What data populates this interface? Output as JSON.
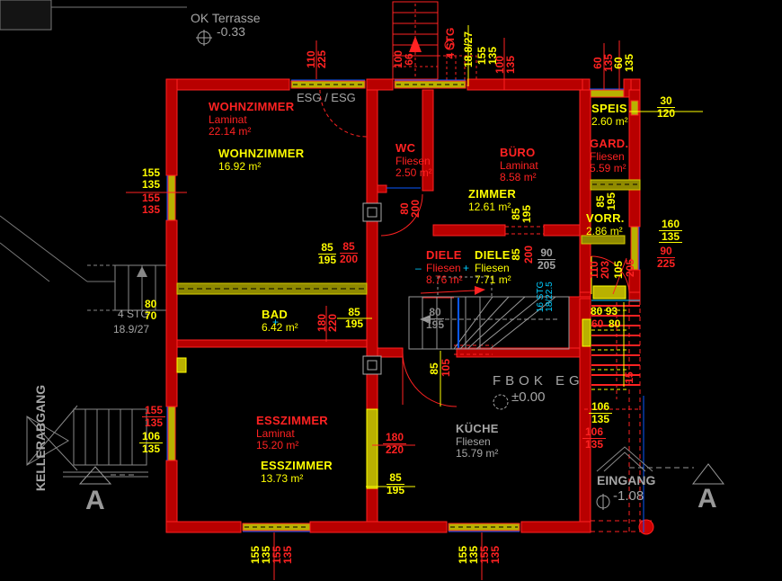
{
  "colors": {
    "wall_red": "#b80000",
    "line_red": "#ff2222",
    "yellow": "#ffff00",
    "old_wall": "#8f8a00",
    "gray": "#a5a5a5",
    "cyan": "#00ccff",
    "blue": "#0a58ff",
    "black": "#000000"
  },
  "levels": {
    "terrasse": {
      "label": "OK Terrasse",
      "value": "-0.33"
    },
    "fbok": {
      "label": "FBOK EG",
      "value": "±0.00"
    },
    "eingang": {
      "label": "EINGANG",
      "value": "-1.08"
    }
  },
  "texts": {
    "kellerabgang": "KELLERABGANG",
    "esg": "ESG / ESG",
    "section_a": "A",
    "minus": "–",
    "plus": "+"
  },
  "rooms": {
    "wohnzimmer_red": {
      "name": "WOHNZIMMER",
      "material": "Laminat",
      "area": "22.14 m²"
    },
    "wohnzimmer_yel": {
      "name": "WOHNZIMMER",
      "area": "16.92 m²"
    },
    "wc": {
      "name": "WC",
      "material": "Fliesen",
      "area": "2.50 m²"
    },
    "buero": {
      "name": "BÜRO",
      "material": "Laminat",
      "area": "8.58 m²"
    },
    "zimmer": {
      "name": "ZIMMER",
      "area": "12.61 m²"
    },
    "diele_red": {
      "name": "DIELE",
      "material": "Fliesen",
      "area": "8.76 m²"
    },
    "diele_yel": {
      "name": "DIELE",
      "material": "Fliesen",
      "area": "7.71 m²"
    },
    "bad": {
      "name": "BAD",
      "area": "6.42 m²"
    },
    "esszimmer_red": {
      "name": "ESSZIMMER",
      "material": "Laminat",
      "area": "15.20 m²"
    },
    "esszimmer_yel": {
      "name": "ESSZIMMER",
      "area": "13.73 m²"
    },
    "kueche": {
      "name": "KÜCHE",
      "material": "Fliesen",
      "area": "15.79 m²"
    },
    "speis": {
      "name": "SPEIS",
      "area": "2.60 m²"
    },
    "gard": {
      "name": "GARD.",
      "material": "Fliesen",
      "area": "5.59 m²"
    },
    "vorr": {
      "name": "VORR.",
      "area": "2.86 m²"
    }
  },
  "stairs": {
    "top_count": "4 STG",
    "top_ratio": "18.8/27",
    "left_count": "4 STG",
    "left_ratio": "18.9/27",
    "main_count": "16 STG",
    "main_ratio": "18/22.5"
  },
  "dims": {
    "top_110_225": {
      "a": "110",
      "b": "225"
    },
    "top_100_66": {
      "a": "100",
      "b": "66"
    },
    "top_155_135": {
      "a": "155",
      "b": "135"
    },
    "top_100_135": {
      "a": "100",
      "b": "135"
    },
    "top_60_135_r": {
      "a": "60",
      "b": "135"
    },
    "top_60_135_y": {
      "a": "60",
      "b": "135"
    },
    "speis_30_120": {
      "a": "30",
      "b": "120"
    },
    "vorr_85_195": {
      "a": "85",
      "b": "195"
    },
    "win_160_135": {
      "a": "160",
      "b": "135"
    },
    "win_90_225": {
      "a": "90",
      "b": "225"
    },
    "wc_80_200": {
      "a": "80",
      "b": "200"
    },
    "zimmer_85_195": {
      "a": "85",
      "b": "195"
    },
    "diele_85": "85",
    "diele_200": "200",
    "diele_90_205": {
      "a": "90",
      "b": "205"
    },
    "stair_80_195": {
      "a": "80",
      "b": "195"
    },
    "bad_85_195": {
      "a": "85",
      "b": "195"
    },
    "bad_85_200": {
      "a": "85",
      "b": "200"
    },
    "bad_180_220": {
      "a": "180",
      "b": "220"
    },
    "bad_85_195_b": {
      "a": "85",
      "b": "195"
    },
    "left_80_70": {
      "a": "80",
      "b": "70"
    },
    "left_155_135_y": {
      "a": "155",
      "b": "135"
    },
    "left_155_135_r": {
      "a": "155",
      "b": "135"
    },
    "kel_155_135": {
      "a": "155",
      "b": "135"
    },
    "kel_106_135": {
      "a": "106",
      "b": "135"
    },
    "ess_180_220": {
      "a": "180",
      "b": "220"
    },
    "ess_85_195": {
      "a": "85",
      "b": "195"
    },
    "kueche_85": "85",
    "kueche_105": "105",
    "vorrdoor_110_203": {
      "a": "110",
      "b": "203"
    },
    "vorrdoor_105": "105",
    "vorrdoor_205": "205",
    "entry_80_93": {
      "a": "80",
      "b": "93"
    },
    "entry_60": "60",
    "entry_80": "80",
    "entry_15": "15",
    "ent_106_135_y": {
      "a": "106",
      "b": "135"
    },
    "ent_106_135_r": {
      "a": "106",
      "b": "135"
    },
    "bot1_155_135_y": {
      "a": "155",
      "b": "135"
    },
    "bot1_155_135_r": {
      "a": "155",
      "b": "135"
    },
    "bot2_155_135_y": {
      "a": "155",
      "b": "135"
    },
    "bot2_155_135_r": {
      "a": "155",
      "b": "135"
    }
  }
}
